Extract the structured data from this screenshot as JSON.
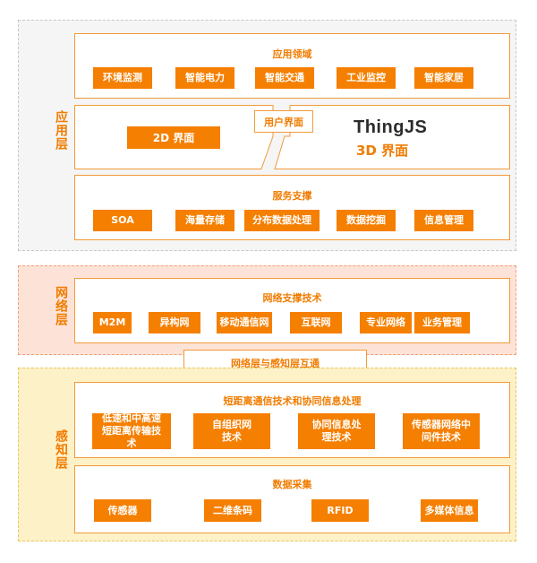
{
  "layers": {
    "app": {
      "title": "应用层",
      "application_domains": {
        "title": "应用领域",
        "items": [
          "环境监测",
          "智能电力",
          "智能交通",
          "工业监控",
          "智能家居"
        ]
      },
      "user_interface": {
        "label": "用户界面",
        "left_button": "2D 界面",
        "logo_text": "ThingJS",
        "right_label": "3D 界面"
      },
      "service_support": {
        "title": "服务支撑",
        "items": [
          "SOA",
          "海量存储",
          "分布数据处理",
          "数据挖掘",
          "信息管理"
        ]
      }
    },
    "network": {
      "title": "网络层",
      "support": {
        "title": "网络支撑技术",
        "items": [
          "M2M",
          "异构网",
          "移动通信网",
          "互联网",
          "专业网络",
          "业务管理"
        ]
      }
    },
    "interconnect": "网络层与感知层互通",
    "sense": {
      "title": "感知层",
      "short_range": {
        "title": "短距离通信技术和协同信息处理",
        "items": [
          "低速和中高速短距离传输技术",
          "自组织网技术",
          "协同信息处理技术",
          "传感器网络中间件技术"
        ]
      },
      "data_collection": {
        "title": "数据采集",
        "items": [
          "传感器",
          "二维条码",
          "RFID",
          "多媒体信息"
        ]
      }
    }
  },
  "colors": {
    "accent": "#f57f00",
    "app_bg": "#f5f5f5",
    "net_bg": "#fde3d7",
    "sense_bg": "#fdf1c8"
  }
}
